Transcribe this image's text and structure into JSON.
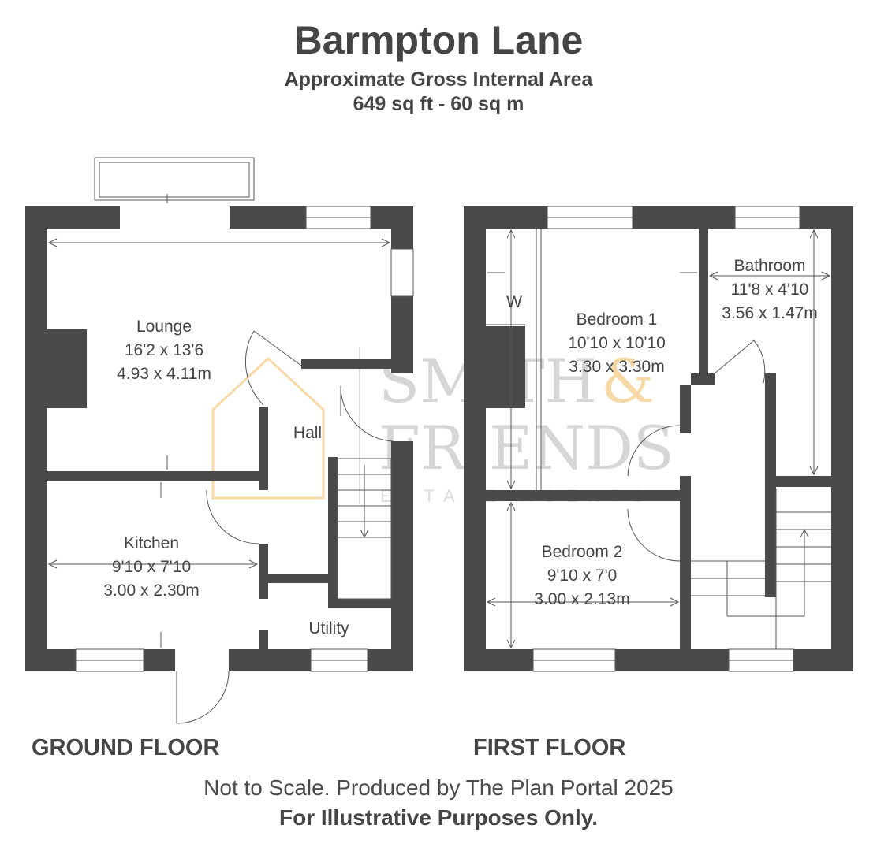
{
  "header": {
    "title": "Barmpton Lane",
    "subtitle": "Approximate Gross Internal Area",
    "area": "649 sq ft - 60 sq m"
  },
  "floors": {
    "ground": {
      "label": "GROUND FLOOR",
      "rooms": {
        "lounge": {
          "name": "Lounge",
          "imperial": "16'2 x 13'6",
          "metric": "4.93 x 4.11m"
        },
        "hall": {
          "name": "Hall"
        },
        "kitchen": {
          "name": "Kitchen",
          "imperial": "9'10 x 7'10",
          "metric": "3.00 x 2.30m"
        },
        "utility": {
          "name": "Utility"
        }
      }
    },
    "first": {
      "label": "FIRST FLOOR",
      "rooms": {
        "wardrobe": {
          "name": "W"
        },
        "bedroom1": {
          "name": "Bedroom 1",
          "imperial": "10'10 x 10'10",
          "metric": "3.30 x 3.30m"
        },
        "bathroom": {
          "name": "Bathroom",
          "imperial": "11'8 x 4'10",
          "metric": "3.56 x 1.47m"
        },
        "bedroom2": {
          "name": "Bedroom 2",
          "imperial": "9'10 x 7'0",
          "metric": "3.00 x 2.13m"
        }
      }
    }
  },
  "watermark": {
    "line1": "SMITH",
    "amp": "&",
    "line2": "FRIENDS",
    "line3": "ESTATE AGENTS"
  },
  "footer": {
    "note": "Not to Scale. Produced by The Plan Portal 2025",
    "disclaimer": "For Illustrative Purposes Only."
  },
  "colors": {
    "wall": "#4a4a4a",
    "text": "#444444",
    "watermark_accent": "#f7d9a8"
  }
}
